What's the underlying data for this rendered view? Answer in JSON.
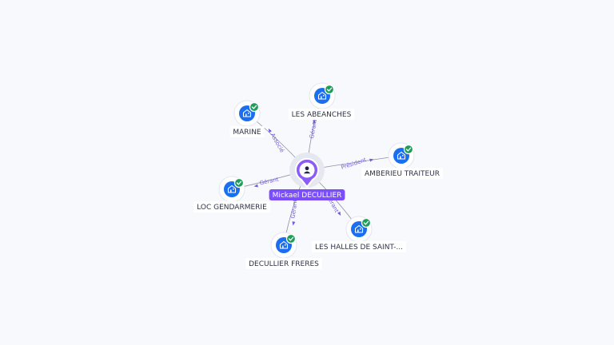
{
  "center": {
    "label": "Mickael DECULLIER",
    "icon": "person-icon",
    "color": "#8b5cf6"
  },
  "companies": [
    {
      "id": "les-abeanches",
      "label": "LES ABEANCHES",
      "relation": "Gérant",
      "icon": "building-icon",
      "status": "verified"
    },
    {
      "id": "marine",
      "label": "MARINE",
      "relation": "Associé",
      "icon": "building-icon",
      "status": "verified"
    },
    {
      "id": "amberieu-traiteur",
      "label": "AMBERIEU TRAITEUR",
      "relation": "Président",
      "icon": "building-icon",
      "status": "verified"
    },
    {
      "id": "loc-gendarmerie",
      "label": "LOC GENDARMERIE",
      "relation": "Gérant",
      "icon": "building-icon",
      "status": "verified"
    },
    {
      "id": "decullier-freres",
      "label": "DECULLIER FRERES",
      "relation": "Gérant",
      "icon": "building-icon",
      "status": "verified"
    },
    {
      "id": "les-halles-de-saint",
      "label": "LES HALLES DE SAINT-...",
      "relation": "Gérant",
      "icon": "building-icon",
      "status": "verified"
    }
  ],
  "colors": {
    "accent": "#7c4dff",
    "node": "#1a6ff0",
    "verified": "#1e9e5a",
    "edge_label": "#7060d8"
  }
}
